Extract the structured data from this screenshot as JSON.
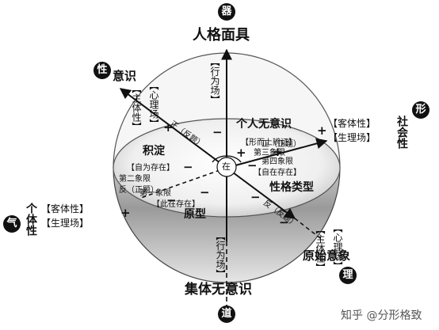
{
  "top": {
    "circle": "器",
    "title": "人格面具",
    "axis": "【行为场】"
  },
  "bottom": {
    "circle": "道",
    "title": "集体无意识",
    "axis": "【行为场】"
  },
  "upper_left": {
    "circle": "性",
    "title": "意识",
    "sub1": "【主体性】",
    "sub2": "【心理场】"
  },
  "right": {
    "circle": "形",
    "title": "社会性",
    "sub1": "【客体性】",
    "sub2": "【生理场】"
  },
  "left": {
    "circle": "气",
    "title": "个体性",
    "sub1": "【客体性】",
    "sub2": "【生理场】"
  },
  "lower_right": {
    "circle": "理",
    "title": "原始意象",
    "sub1": "【主体性】",
    "sub2": "【心理场】"
  },
  "center": "在",
  "quadrants": {
    "top": {
      "title": "个人无意识",
      "line1": "【形而上辨证】",
      "line2": "第三象限",
      "line3": "正（正题）"
    },
    "left": {
      "title": "积淀",
      "line1": "【自为存在】",
      "line2": "第二象限",
      "line3": "反（正题）"
    },
    "right": {
      "title": "性格类型",
      "line1": "第四象限",
      "line2": "【自在存在】"
    },
    "bottom": {
      "title": "原型",
      "line1": "第一象限",
      "line2": "【此在存在】"
    }
  },
  "diag_upper": "正（反题）",
  "diag_lower": "反（反题）",
  "signs": {
    "plus": "+",
    "minus": "−"
  },
  "watermark": "知乎 @分形格致"
}
